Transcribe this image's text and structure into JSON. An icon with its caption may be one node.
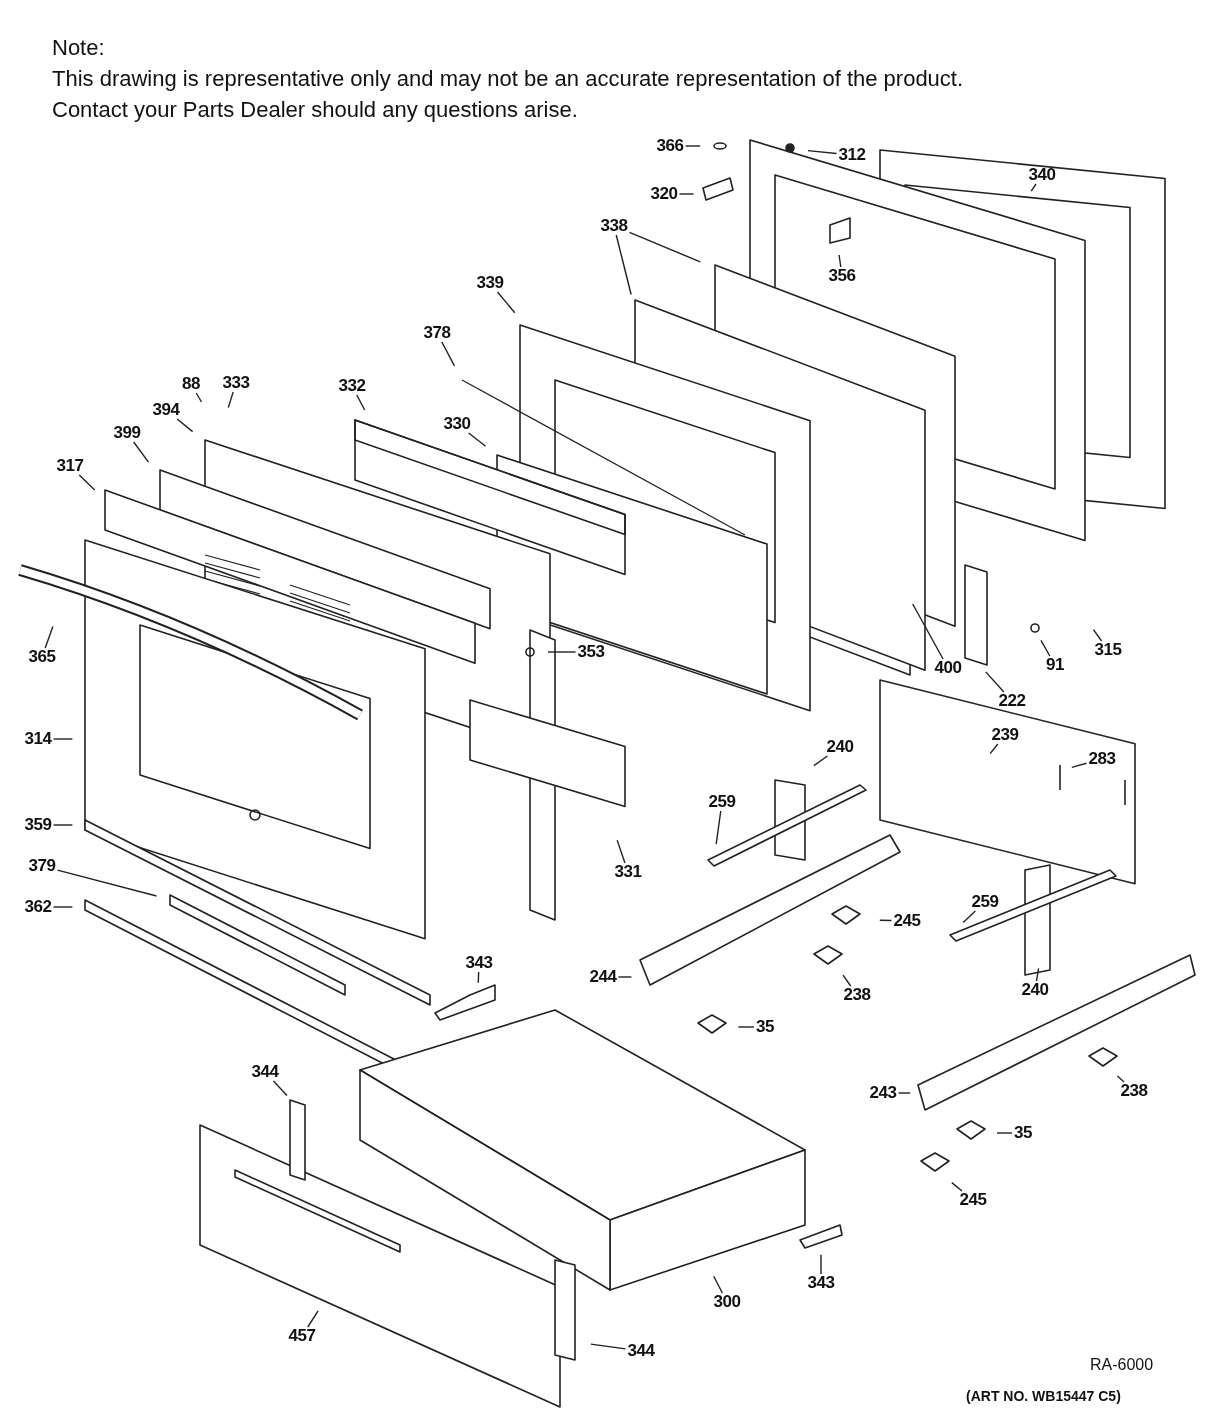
{
  "diagram": {
    "nodes": [
      {
        "text": [
          "366"
        ]
      },
      {
        "text": [
          "312"
        ]
      },
      {
        "text": [
          "320"
        ]
      },
      {
        "text": [
          "340"
        ]
      },
      {
        "text": [
          "338"
        ]
      },
      {
        "text": [
          "356"
        ]
      },
      {
        "text": [
          "339"
        ]
      },
      {
        "text": [
          "378"
        ]
      },
      {
        "text": [
          "88"
        ]
      },
      {
        "text": [
          "333"
        ]
      },
      {
        "text": [
          "332"
        ]
      },
      {
        "text": [
          "394"
        ]
      },
      {
        "text": [
          "330"
        ]
      },
      {
        "text": [
          "399"
        ]
      },
      {
        "text": [
          "317"
        ]
      },
      {
        "text": [
          "365"
        ]
      },
      {
        "text": [
          "353"
        ]
      },
      {
        "text": [
          "400"
        ]
      },
      {
        "text": [
          "91"
        ]
      },
      {
        "text": [
          "315"
        ]
      },
      {
        "text": [
          "222"
        ]
      },
      {
        "text": [
          "314"
        ]
      },
      {
        "text": [
          "239"
        ]
      },
      {
        "text": [
          "240"
        ]
      },
      {
        "text": [
          "283"
        ]
      },
      {
        "text": [
          "259"
        ]
      },
      {
        "text": [
          "359"
        ]
      },
      {
        "text": [
          "331"
        ]
      },
      {
        "text": [
          "379"
        ]
      },
      {
        "text": [
          "259"
        ]
      },
      {
        "text": [
          "362"
        ]
      },
      {
        "text": [
          "245"
        ]
      },
      {
        "text": [
          "240"
        ]
      },
      {
        "text": [
          "238"
        ]
      },
      {
        "text": [
          "244"
        ]
      },
      {
        "text": [
          "343"
        ]
      },
      {
        "text": [
          "35"
        ]
      },
      {
        "text": [
          "344"
        ]
      },
      {
        "text": [
          "243"
        ]
      },
      {
        "text": [
          "238"
        ]
      },
      {
        "text": [
          "35"
        ]
      },
      {
        "text": [
          "245"
        ]
      },
      {
        "text": [
          "343"
        ]
      },
      {
        "text": [
          "300"
        ]
      },
      {
        "text": [
          "457"
        ]
      },
      {
        "text": [
          "344"
        ]
      }
    ],
    "edges": [
      {
        "from": 0,
        "to": null,
        "arrow": "none"
      },
      {
        "from": 1,
        "to": null,
        "arrow": "none"
      },
      {
        "from": 2,
        "to": null,
        "arrow": "none"
      },
      {
        "from": 3,
        "to": null,
        "arrow": "none"
      },
      {
        "from": 4,
        "to": null,
        "arrow": "none"
      },
      {
        "from": 4,
        "to": null,
        "arrow": "none"
      },
      {
        "from": 5,
        "to": null,
        "arrow": "none"
      },
      {
        "from": 6,
        "to": null,
        "arrow": "none"
      },
      {
        "from": 7,
        "to": null,
        "arrow": "none"
      },
      {
        "from": 8,
        "to": null,
        "arrow": "none"
      },
      {
        "from": 9,
        "to": null,
        "arrow": "none"
      },
      {
        "from": 10,
        "to": null,
        "arrow": "none"
      },
      {
        "from": 11,
        "to": null,
        "arrow": "none"
      },
      {
        "from": 12,
        "to": null,
        "arrow": "none"
      },
      {
        "from": 13,
        "to": null,
        "arrow": "none"
      },
      {
        "from": 14,
        "to": null,
        "arrow": "none"
      },
      {
        "from": 15,
        "to": null,
        "arrow": "none"
      },
      {
        "from": 16,
        "to": null,
        "arrow": "none"
      },
      {
        "from": 17,
        "to": null,
        "arrow": "none"
      },
      {
        "from": 18,
        "to": null,
        "arrow": "none"
      },
      {
        "from": 19,
        "to": null,
        "arrow": "none"
      },
      {
        "from": 20,
        "to": null,
        "arrow": "none"
      },
      {
        "from": 21,
        "to": null,
        "arrow": "none"
      },
      {
        "from": 22,
        "to": null,
        "arrow": "none"
      },
      {
        "from": 23,
        "to": null,
        "arrow": "none"
      },
      {
        "from": 24,
        "to": null,
        "arrow": "none"
      },
      {
        "from": 25,
        "to": null,
        "arrow": "none"
      },
      {
        "from": 26,
        "to": null,
        "arrow": "none"
      },
      {
        "from": 27,
        "to": null,
        "arrow": "none"
      },
      {
        "from": 28,
        "to": null,
        "arrow": "none"
      },
      {
        "from": 29,
        "to": null,
        "arrow": "none"
      },
      {
        "from": 30,
        "to": null,
        "arrow": "none"
      },
      {
        "from": 31,
        "to": null,
        "arrow": "none"
      },
      {
        "from": 32,
        "to": null,
        "arrow": "none"
      },
      {
        "from": 33,
        "to": null,
        "arrow": "none"
      },
      {
        "from": 34,
        "to": null,
        "arrow": "none"
      },
      {
        "from": 35,
        "to": null,
        "arrow": "none"
      },
      {
        "from": 36,
        "to": null,
        "arrow": "none"
      },
      {
        "from": 37,
        "to": null,
        "arrow": "none"
      },
      {
        "from": 38,
        "to": null,
        "arrow": "none"
      },
      {
        "from": 39,
        "to": null,
        "arrow": "none"
      },
      {
        "from": 40,
        "to": null,
        "arrow": "none"
      },
      {
        "from": 41,
        "to": null,
        "arrow": "none"
      },
      {
        "from": 42,
        "to": null,
        "arrow": "none"
      },
      {
        "from": 43,
        "to": null,
        "arrow": "none"
      },
      {
        "from": 44,
        "to": null,
        "arrow": "none"
      },
      {
        "from": 45,
        "to": null,
        "arrow": "none"
      }
    ],
    "labels": [
      "Note:",
      "This drawing is representative only and may not be an accurate representation of the product.",
      "Contact your Parts Dealer should any questions arise.",
      "RA-6000",
      "(ART NO. WB15447 C5)"
    ]
  }
}
